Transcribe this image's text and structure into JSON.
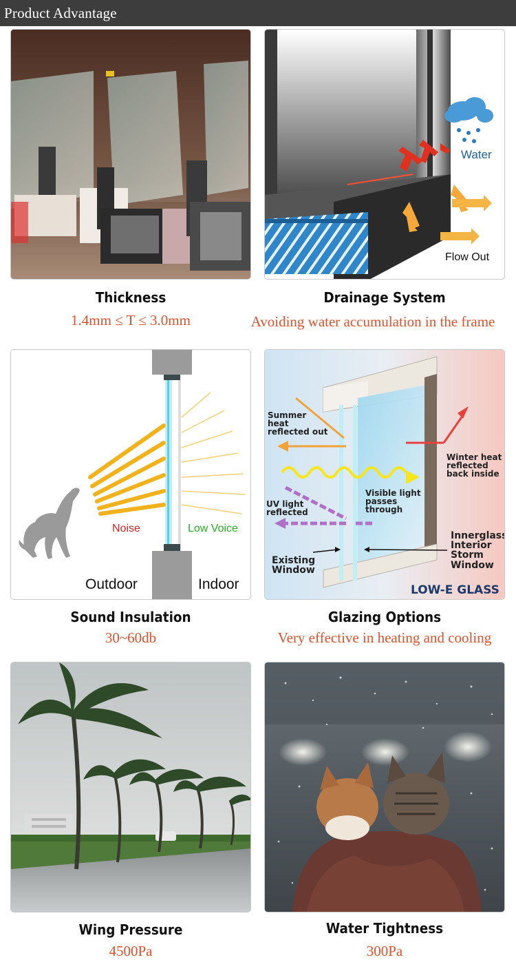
{
  "header": {
    "title": "Product Advantage"
  },
  "items": [
    {
      "title": "Thickness",
      "subtitle": "1.4mm ≤ T ≤ 3.0mm"
    },
    {
      "title": "Drainage System",
      "subtitle": "Avoiding water accumulation in the frame",
      "labels": {
        "water": "Water",
        "flow_out": "Flow Out"
      }
    },
    {
      "title": "Sound Insulation",
      "subtitle": "30~60db",
      "labels": {
        "noise": "Noise",
        "low_voice": "Low Voice",
        "outdoor": "Outdoor",
        "indoor": "Indoor"
      }
    },
    {
      "title": "Glazing Options",
      "subtitle": "Very effective in heating and cooling",
      "labels": {
        "summer_1": "Summer",
        "summer_2": "heat",
        "summer_3": "reflected out",
        "winter_1": "Winter heat",
        "winter_2": "reflected",
        "winter_3": "back inside",
        "visible_1": "Visible light",
        "visible_2": "passes",
        "visible_3": "through",
        "uv_1": "UV light",
        "uv_2": "reflected",
        "inner_1": "Innerglass",
        "inner_2": "Interior",
        "inner_3": "Storm",
        "inner_4": "Window",
        "exist_1": "Existing",
        "exist_2": "Window",
        "lowe": "LOW-E GLASS"
      }
    },
    {
      "title": "Wing Pressure",
      "subtitle": "4500Pa"
    },
    {
      "title": "Water Tightness",
      "subtitle": "300Pa"
    }
  ],
  "colors": {
    "header_bg": "#3d3d3d",
    "subtitle": "#e0502a",
    "noise": "#e02020",
    "low_voice": "#22b020",
    "sound_wave": "#f2b21c"
  }
}
